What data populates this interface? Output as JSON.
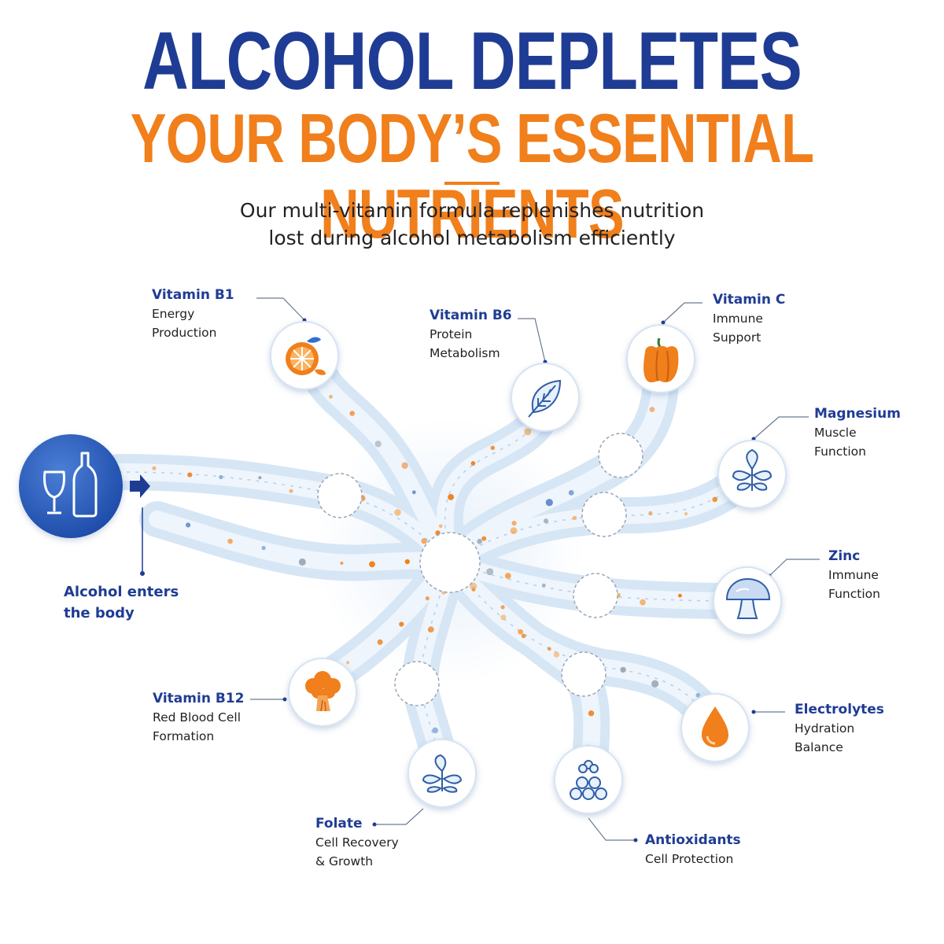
{
  "header": {
    "title_line1": "ALCOHOL DEPLETES",
    "title_line2": "YOUR BODY’S ESSENTIAL NUTRIENTS",
    "subtitle_line1": "Our multi-vitamin formula replenishes nutrition",
    "subtitle_line2": "lost during alcohol metabolism efficiently"
  },
  "colors": {
    "navy": "#1f3c94",
    "orange": "#f07f1c",
    "stream": "#d6e6f5",
    "text": "#222222"
  },
  "source": {
    "icon": "wine-bottle-icon",
    "label_line1": "Alcohol enters",
    "label_line2": "the body"
  },
  "nutrients": [
    {
      "name": "Vitamin B1",
      "desc_line1": "Energy",
      "desc_line2": "Production",
      "icon": "orange-slice-icon"
    },
    {
      "name": "Vitamin B6",
      "desc_line1": "Protein",
      "desc_line2": "Metabolism",
      "icon": "leaf-icon"
    },
    {
      "name": "Vitamin C",
      "desc_line1": "Immune",
      "desc_line2": "Support",
      "icon": "bell-pepper-icon"
    },
    {
      "name": "Magnesium",
      "desc_line1": "Muscle",
      "desc_line2": "Function",
      "icon": "plant-icon"
    },
    {
      "name": "Zinc",
      "desc_line1": "Immune",
      "desc_line2": "Function",
      "icon": "mushroom-icon"
    },
    {
      "name": "Electrolytes",
      "desc_line1": "Hydration",
      "desc_line2": "Balance",
      "icon": "water-drop-icon"
    },
    {
      "name": "Antioxidants",
      "desc_line1": "Cell Protection",
      "desc_line2": "",
      "icon": "berries-icon"
    },
    {
      "name": "Folate",
      "desc_line1": "Cell Recovery",
      "desc_line2": "& Growth",
      "icon": "sprout-icon"
    },
    {
      "name": "Vitamin B12",
      "desc_line1": "Red Blood Cell",
      "desc_line2": "Formation",
      "icon": "broccoli-icon"
    }
  ]
}
